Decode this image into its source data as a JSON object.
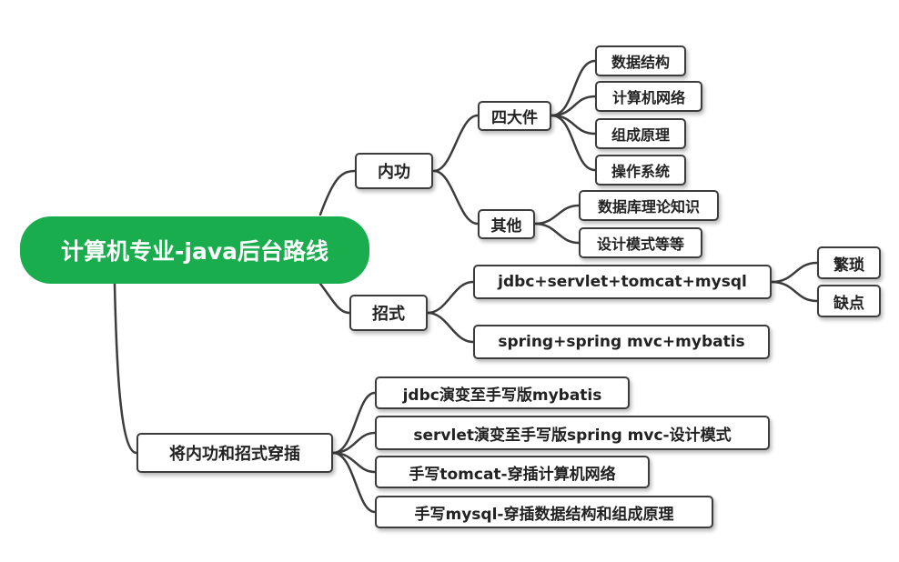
{
  "colors": {
    "root_fill": "#1aad4e",
    "root_text": "#ffffff",
    "line": "#3c3c3c",
    "node_border": "#3c3c3c"
  },
  "mindmap": {
    "root": "计算机专业-java后台路线",
    "neigong": {
      "label": "内功",
      "sidaijian": {
        "label": "四大件",
        "items": [
          "数据结构",
          "计算机网络",
          "组成原理",
          "操作系统"
        ]
      },
      "qita": {
        "label": "其他",
        "items": [
          "数据库理论知识",
          "设计模式等等"
        ]
      }
    },
    "zhaoshi": {
      "label": "招式",
      "stack1": {
        "label": "jdbc+servlet+tomcat+mysql",
        "items": [
          "繁琐",
          "缺点"
        ]
      },
      "stack2": {
        "label": "spring+spring mvc+mybatis"
      }
    },
    "combine": {
      "label": "将内功和招式穿插",
      "items": [
        "jdbc演变至手写版mybatis",
        "servlet演变至手写版spring mvc-设计模式",
        "手写tomcat-穿插计算机网络",
        "手写mysql-穿插数据结构和组成原理"
      ]
    }
  }
}
